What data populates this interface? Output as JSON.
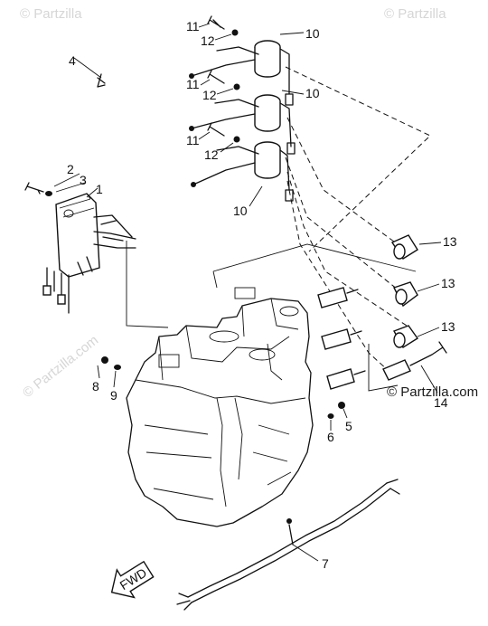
{
  "watermark": {
    "brand": "© Partzilla.com",
    "brand_short": "© Partzilla"
  },
  "callouts": {
    "c1": "1",
    "c2": "2",
    "c3": "3",
    "c4": "4",
    "c5": "5",
    "c6": "6",
    "c7": "7",
    "c8": "8",
    "c9": "9",
    "c10a": "10",
    "c10b": "10",
    "c10c": "10",
    "c11a": "11",
    "c11b": "11",
    "c11c": "11",
    "c12a": "12",
    "c12b": "12",
    "c12c": "12",
    "c13a": "13",
    "c13b": "13",
    "c13c": "13",
    "c14": "14"
  },
  "direction_arrow": "FWD",
  "colors": {
    "line": "#111111",
    "watermark": "#d6d6d6",
    "background": "#ffffff"
  }
}
